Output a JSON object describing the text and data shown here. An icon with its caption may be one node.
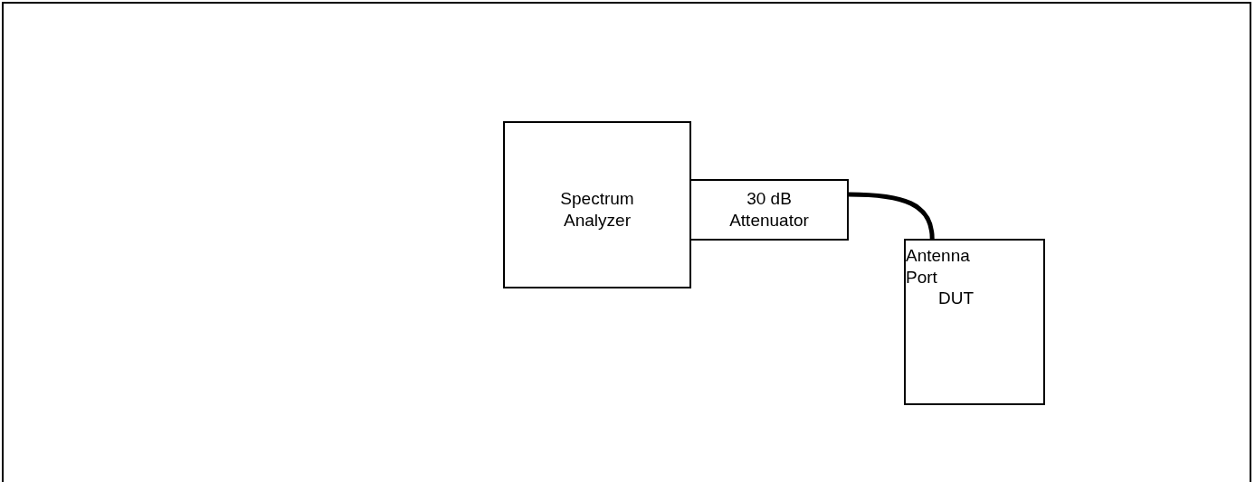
{
  "diagram": {
    "nodes": [
      {
        "text": [
          "Spectrum Analyzer"
        ]
      },
      {
        "text": [
          "30 dB Attenuator"
        ]
      },
      {
        "text": [
          "Antenna Port",
          "DUT"
        ]
      }
    ],
    "edges": [
      {
        "from": 1,
        "to": 2,
        "arrow": "none"
      }
    ]
  }
}
